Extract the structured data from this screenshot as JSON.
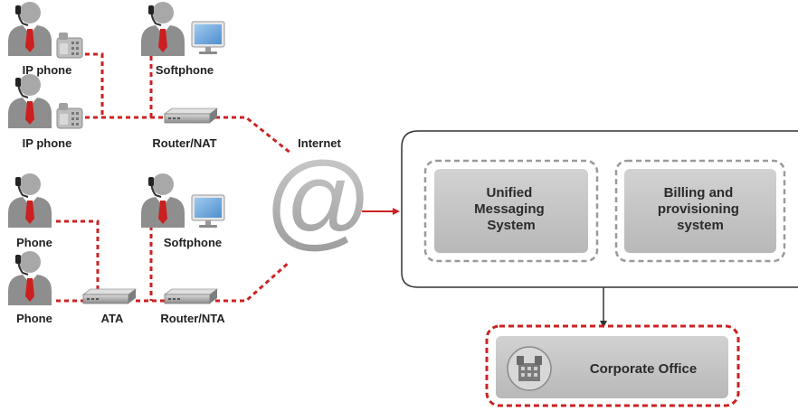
{
  "labels": {
    "ip_phone_1": "IP phone",
    "ip_phone_2": "IP phone",
    "softphone_1": "Softphone",
    "router_nat": "Router/NAT",
    "internet": "Internet",
    "phone_1": "Phone",
    "phone_2": "Phone",
    "ata": "ATA",
    "softphone_2": "Softphone",
    "router_nta": "Router/NTA",
    "at_symbol": "@"
  },
  "services": {
    "unified_messaging": [
      "Unified",
      "Messaging",
      "System"
    ],
    "billing": [
      "Billing and",
      "provisioning",
      "system"
    ]
  },
  "corporate_office": "Corporate Office",
  "colors": {
    "link_red": "#cc2222",
    "box_gray": "#c4c4c4",
    "at_gray": "#b5b5b5",
    "tie_red": "#cc1f1f",
    "monitor_blue": "#6fa8dc"
  },
  "icons": {
    "person": "user-with-headset-icon",
    "ip_phone": "desk-phone-icon",
    "monitor": "computer-monitor-icon",
    "router": "router-icon",
    "building": "building-icon"
  }
}
